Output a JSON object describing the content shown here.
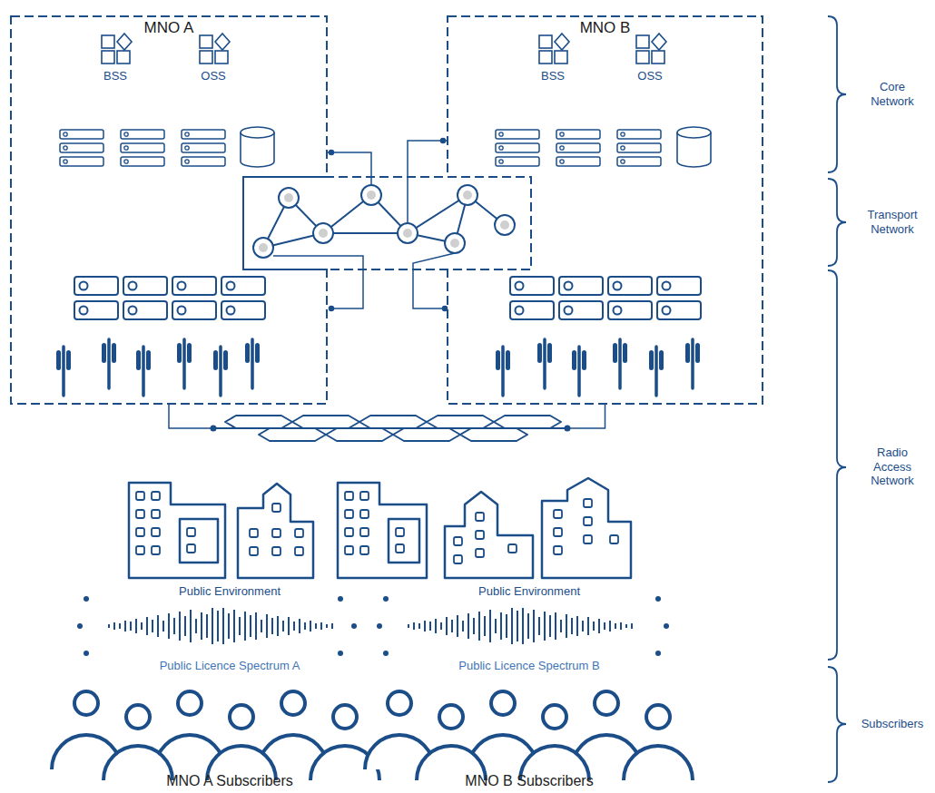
{
  "diagram": {
    "nodes": [
      {
        "text": [
          "MNO A"
        ]
      },
      {
        "text": [
          "MNO B"
        ]
      }
    ],
    "edges": [
      {
        "from": 0,
        "to": 1,
        "arrow": "none"
      }
    ],
    "labels": [
      "BSS",
      "OSS",
      "BSS",
      "OSS",
      "Core Network",
      "Transport Network",
      "Radio Access Network",
      "Subscribers",
      "Public Environment",
      "Public Environment",
      "Public Licence Spectrum A",
      "Public Licence Spectrum B",
      "MNO A Subscribers",
      "MNO B Subscribers"
    ]
  }
}
